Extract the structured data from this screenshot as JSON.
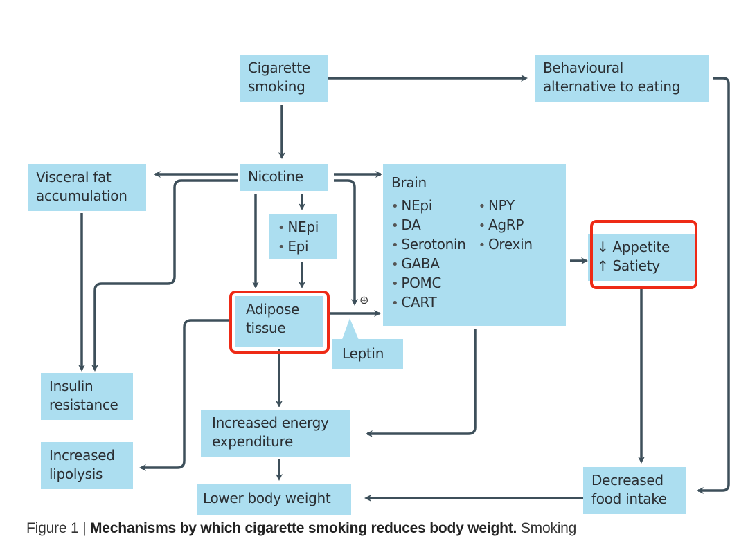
{
  "nodes": {
    "cigarette_smoking": {
      "line1": "Cigarette",
      "line2": "smoking"
    },
    "behavioural": {
      "line1": "Behavioural",
      "line2": "alternative to eating"
    },
    "nicotine": {
      "label": "Nicotine"
    },
    "visceral_fat": {
      "line1": "Visceral fat",
      "line2": "accumulation"
    },
    "catecholamines": {
      "items": [
        "NEpi",
        "Epi"
      ]
    },
    "brain": {
      "title": "Brain",
      "col1": [
        "NEpi",
        "DA",
        "Serotonin",
        "GABA",
        "POMC",
        "CART"
      ],
      "col2": [
        "NPY",
        "AgRP",
        "Orexin"
      ]
    },
    "appetite": {
      "line1": "↓ Appetite",
      "line2": "↑ Satiety"
    },
    "adipose": {
      "line1": "Adipose",
      "line2": "tissue"
    },
    "leptin": {
      "label": "Leptin"
    },
    "insulin": {
      "line1": "Insulin",
      "line2": "resistance"
    },
    "energy": {
      "line1": "Increased energy",
      "line2": "expenditure"
    },
    "lipolysis": {
      "line1": "Increased",
      "line2": "lipolysis"
    },
    "body_weight": {
      "label": "Lower body weight"
    },
    "food_intake": {
      "line1": "Decreased",
      "line2": "food intake"
    }
  },
  "plus_symbol": "⊕",
  "colors": {
    "box": "#acdef0",
    "line": "#3d4f5a",
    "highlight": "#ee2a16"
  },
  "caption": {
    "prefix": "Figure 1 | ",
    "title": "Mechanisms by which cigarette smoking reduces body weight.",
    "suffix": " Smoking"
  }
}
